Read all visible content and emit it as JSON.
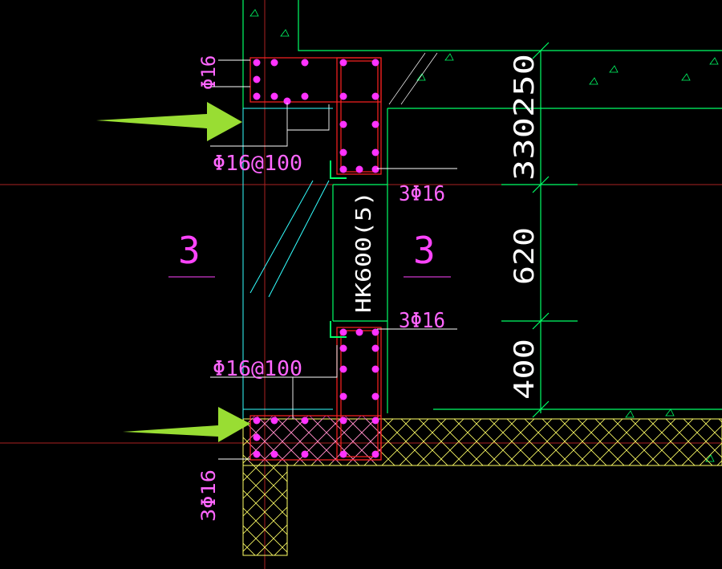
{
  "drawing": {
    "colors": {
      "background": "#000000",
      "concrete_outline": "#00ff66",
      "rebar_dot": "#ff33ff",
      "rebar_label": "#ff66ff",
      "stirrup": "#ff2222",
      "gridline": "#aa2222",
      "dimension": "#ffffff",
      "dimension_tick": "#00ff66",
      "leader": "#ffffff",
      "wall_outline": "#33ffff",
      "hatch": "#ffff66",
      "arrow": "#99dd33",
      "cut_mark": "#ff44ff"
    },
    "labels": {
      "rebar_top_left": "Φ16",
      "stirrup_top": "Φ16@100",
      "rebar_right_top": "3Φ16",
      "rebar_right_bottom": "3Φ16",
      "stirrup_bottom": "Φ16@100",
      "rebar_bottom_left": "3Φ16",
      "section_left": "3",
      "section_right": "3",
      "wall_mark": "HK600(5)",
      "dim_top": "330250",
      "dim_middle": "620",
      "dim_bottom": "400"
    },
    "icons": {
      "arrow_upper": "arrow-right-icon",
      "arrow_lower": "arrow-right-icon"
    }
  }
}
